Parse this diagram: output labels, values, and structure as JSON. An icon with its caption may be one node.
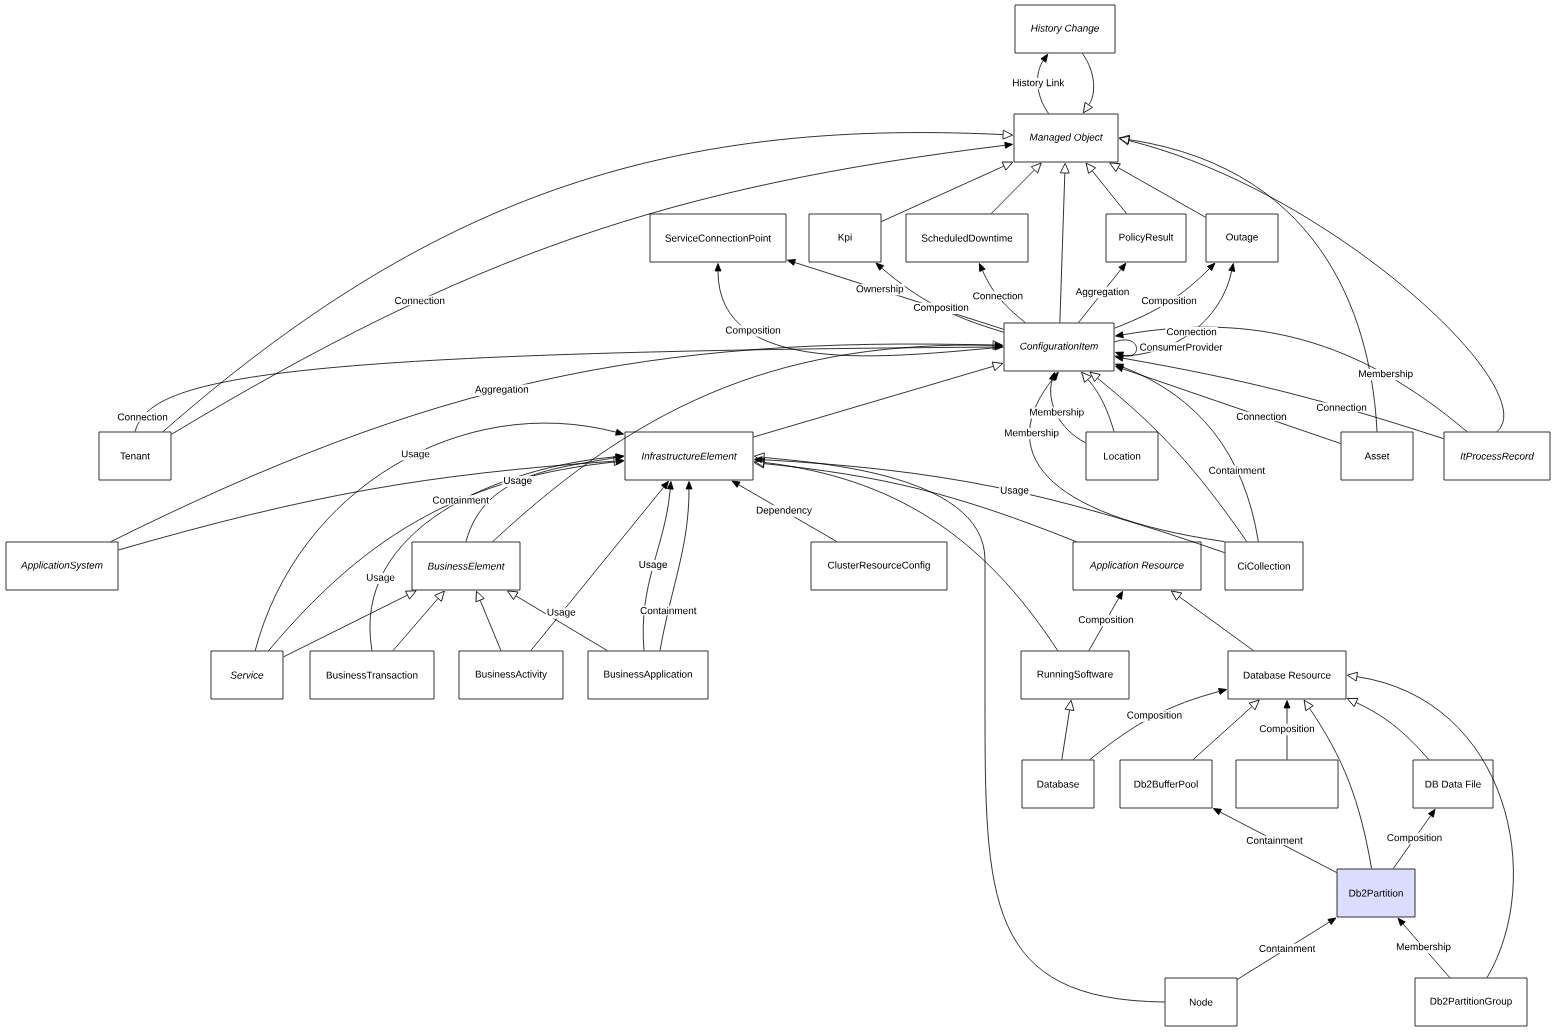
{
  "diagram": {
    "nodes": [
      {
        "text": [
          "History Change"
        ]
      },
      {
        "text": [
          "Managed Object"
        ]
      },
      {
        "text": [
          "ServiceConnectionPoint"
        ]
      },
      {
        "text": [
          "Kpi"
        ]
      },
      {
        "text": [
          "ScheduledDowntime"
        ]
      },
      {
        "text": [
          "PolicyResult"
        ]
      },
      {
        "text": [
          "Outage"
        ]
      },
      {
        "text": [
          "ConfigurationItem"
        ]
      },
      {
        "text": [
          "Tenant"
        ]
      },
      {
        "text": [
          "InfrastructureElement"
        ]
      },
      {
        "text": [
          "Location"
        ]
      },
      {
        "text": [
          "Asset"
        ]
      },
      {
        "text": [
          "ItProcessRecord"
        ]
      },
      {
        "text": [
          "ApplicationSystem"
        ]
      },
      {
        "text": [
          "BusinessElement"
        ]
      },
      {
        "text": [
          "ClusterResourceConfig"
        ]
      },
      {
        "text": [
          "Application Resource"
        ]
      },
      {
        "text": [
          "CiCollection"
        ]
      },
      {
        "text": [
          "Service"
        ]
      },
      {
        "text": [
          "BusinessTransaction"
        ]
      },
      {
        "text": [
          "BusinessActivity"
        ]
      },
      {
        "text": [
          "BusinessApplication"
        ]
      },
      {
        "text": [
          "RunningSoftware"
        ]
      },
      {
        "text": [
          "Database Resource"
        ]
      },
      {
        "text": [
          "Database"
        ]
      },
      {
        "text": [
          "Db2BufferPool"
        ]
      },
      {
        "text": [],
        "shape": "box"
      },
      {
        "text": [
          "DB Data File"
        ]
      },
      {
        "text": [
          "Db2Partition"
        ]
      },
      {
        "text": [
          "Node"
        ]
      },
      {
        "text": [
          "Db2PartitionGroup"
        ]
      }
    ],
    "edges": [
      {
        "from": 1,
        "to": 0,
        "arrow": "to",
        "label": "History Link"
      },
      {
        "from": 0,
        "to": 1,
        "arrow": "to"
      },
      {
        "from": 8,
        "to": 1,
        "arrow": "to"
      },
      {
        "from": 8,
        "to": 1,
        "arrow": "to",
        "label": "Connection"
      },
      {
        "from": 8,
        "to": 7,
        "arrow": "to",
        "label": "Connection"
      },
      {
        "from": 3,
        "to": 1,
        "arrow": "to"
      },
      {
        "from": 4,
        "to": 1,
        "arrow": "to"
      },
      {
        "from": 7,
        "to": 1,
        "arrow": "to"
      },
      {
        "from": 5,
        "to": 1,
        "arrow": "to"
      },
      {
        "from": 6,
        "to": 1,
        "arrow": "to"
      },
      {
        "from": 11,
        "to": 1,
        "arrow": "to"
      },
      {
        "from": 12,
        "to": 1,
        "arrow": "to"
      },
      {
        "from": 7,
        "to": 2,
        "arrow": "to",
        "label": "Composition"
      },
      {
        "from": 7,
        "to": 2,
        "arrow": "to",
        "label": "Ownership"
      },
      {
        "from": 7,
        "to": 3,
        "arrow": "to",
        "label": "Composition"
      },
      {
        "from": 7,
        "to": 4,
        "arrow": "to",
        "label": "Connection"
      },
      {
        "from": 7,
        "to": 5,
        "arrow": "to",
        "label": "Aggregation"
      },
      {
        "from": 7,
        "to": 6,
        "arrow": "to",
        "label": "Composition"
      },
      {
        "from": 7,
        "to": 6,
        "arrow": "to",
        "label": "Connection"
      },
      {
        "from": 7,
        "to": 7,
        "arrow": "to",
        "label": "ConsumerProvider"
      },
      {
        "from": 13,
        "to": 7,
        "arrow": "to",
        "label": "Aggregation"
      },
      {
        "from": 13,
        "to": 9,
        "arrow": "to"
      },
      {
        "from": 14,
        "to": 7,
        "arrow": "to"
      },
      {
        "from": 9,
        "to": 7,
        "arrow": "to"
      },
      {
        "from": 14,
        "to": 9,
        "arrow": "to",
        "label": "Usage"
      },
      {
        "from": 10,
        "to": 7,
        "arrow": "to",
        "label": "Membership"
      },
      {
        "from": 10,
        "to": 7,
        "arrow": "to"
      },
      {
        "from": 17,
        "to": 7,
        "arrow": "to",
        "label": "Membership"
      },
      {
        "from": 17,
        "to": 7,
        "arrow": "to"
      },
      {
        "from": 17,
        "to": 7,
        "arrow": "to",
        "label": "Containment"
      },
      {
        "from": 11,
        "to": 7,
        "arrow": "to",
        "label": "Connection"
      },
      {
        "from": 12,
        "to": 7,
        "arrow": "to",
        "label": "Connection"
      },
      {
        "from": 12,
        "to": 7,
        "arrow": "to",
        "label": "Membership"
      },
      {
        "from": 18,
        "to": 9,
        "arrow": "to",
        "label": "Usage"
      },
      {
        "from": 18,
        "to": 9,
        "arrow": "to",
        "label": "Containment"
      },
      {
        "from": 19,
        "to": 9,
        "arrow": "to",
        "label": "Usage"
      },
      {
        "from": 20,
        "to": 9,
        "arrow": "to",
        "label": "Usage"
      },
      {
        "from": 21,
        "to": 9,
        "arrow": "to",
        "label": "Usage"
      },
      {
        "from": 21,
        "to": 9,
        "arrow": "to",
        "label": "Containment"
      },
      {
        "from": 15,
        "to": 9,
        "arrow": "to",
        "label": "Dependency"
      },
      {
        "from": 17,
        "to": 9,
        "arrow": "to",
        "label": "Usage"
      },
      {
        "from": 16,
        "to": 9,
        "arrow": "to"
      },
      {
        "from": 22,
        "to": 9,
        "arrow": "to"
      },
      {
        "from": 29,
        "to": 9,
        "arrow": "to"
      },
      {
        "from": 18,
        "to": 14,
        "arrow": "to"
      },
      {
        "from": 19,
        "to": 14,
        "arrow": "to"
      },
      {
        "from": 20,
        "to": 14,
        "arrow": "to"
      },
      {
        "from": 21,
        "to": 14,
        "arrow": "to"
      },
      {
        "from": 22,
        "to": 16,
        "arrow": "to",
        "label": "Composition"
      },
      {
        "from": 23,
        "to": 16,
        "arrow": "to"
      },
      {
        "from": 24,
        "to": 22,
        "arrow": "to"
      },
      {
        "from": 24,
        "to": 23,
        "arrow": "to",
        "label": "Composition"
      },
      {
        "from": 25,
        "to": 23,
        "arrow": "to"
      },
      {
        "from": 26,
        "to": 23,
        "arrow": "to",
        "label": "Composition"
      },
      {
        "from": 28,
        "to": 23,
        "arrow": "to"
      },
      {
        "from": 27,
        "to": 23,
        "arrow": "to"
      },
      {
        "from": 30,
        "to": 23,
        "arrow": "to"
      },
      {
        "from": 28,
        "to": 25,
        "arrow": "to",
        "label": "Containment"
      },
      {
        "from": 28,
        "to": 27,
        "arrow": "to",
        "label": "Composition"
      },
      {
        "from": 29,
        "to": 28,
        "arrow": "to",
        "label": "Containment"
      },
      {
        "from": 30,
        "to": 28,
        "arrow": "to",
        "label": "Membership"
      }
    ]
  }
}
